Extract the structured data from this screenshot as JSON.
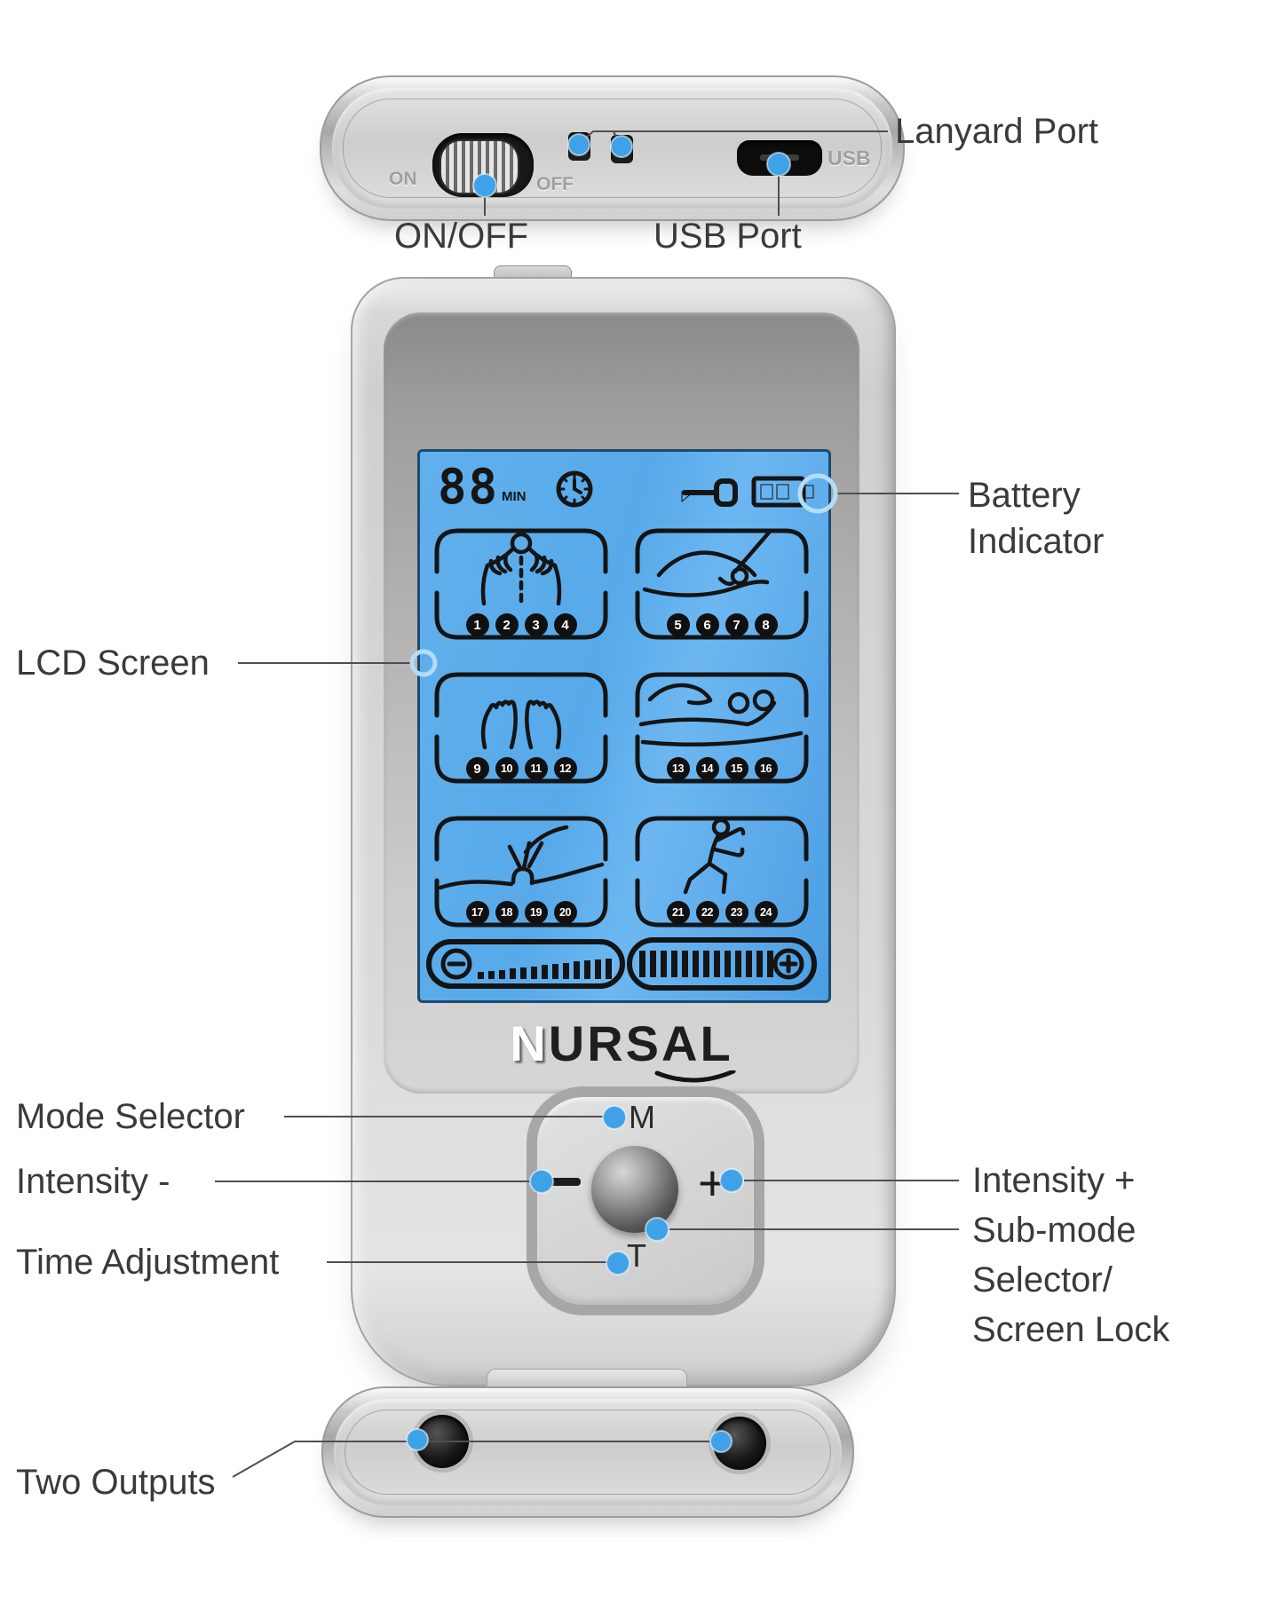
{
  "colors": {
    "accent": "#3fa2e8",
    "ring": "#b5dcf7",
    "lcd": "#57a9e9",
    "ink": "#141414",
    "label": "#3a3a3a",
    "line": "#4f4f4f"
  },
  "labels": {
    "lanyard_port": "Lanyard Port",
    "on_off": "ON/OFF",
    "usb_port": "USB Port",
    "battery_line1": "Battery",
    "battery_line2": "Indicator",
    "lcd_screen": "LCD Screen",
    "mode_selector": "Mode Selector",
    "intensity_minus": "Intensity -",
    "time_adjustment": "Time Adjustment",
    "intensity_plus": "Intensity +",
    "sub_mode_line1": "Sub-mode",
    "sub_mode_line2": "Selector/",
    "sub_mode_line3": "Screen Lock",
    "two_outputs": "Two Outputs"
  },
  "top_view": {
    "on_text": "ON",
    "off_text": "OFF",
    "usb_text": "USB"
  },
  "lcd": {
    "timer_value": "88",
    "timer_unit": "MIN",
    "status_icons": [
      "clock-icon",
      "key-lock-icon",
      "battery-icon"
    ],
    "mode_groups": [
      {
        "icon": "neck-shoulder-massage-icon",
        "numbers": [
          "1",
          "2",
          "3",
          "4"
        ]
      },
      {
        "icon": "acupuncture-icon",
        "numbers": [
          "5",
          "6",
          "7",
          "8"
        ]
      },
      {
        "icon": "tapping-hands-icon",
        "numbers": [
          "9",
          "10",
          "11",
          "12"
        ]
      },
      {
        "icon": "cupping-massage-icon",
        "numbers": [
          "13",
          "14",
          "15",
          "16"
        ]
      },
      {
        "icon": "kneading-pinch-icon",
        "numbers": [
          "17",
          "18",
          "19",
          "20"
        ]
      },
      {
        "icon": "tai-chi-icon",
        "numbers": [
          "21",
          "22",
          "23",
          "24"
        ]
      }
    ],
    "intensity_bar": {
      "minus": "−",
      "plus": "+"
    }
  },
  "front": {
    "logo_first": "N",
    "logo_rest": "URSAL",
    "pad": {
      "mode": "M",
      "plus": "+",
      "time": "T"
    }
  }
}
